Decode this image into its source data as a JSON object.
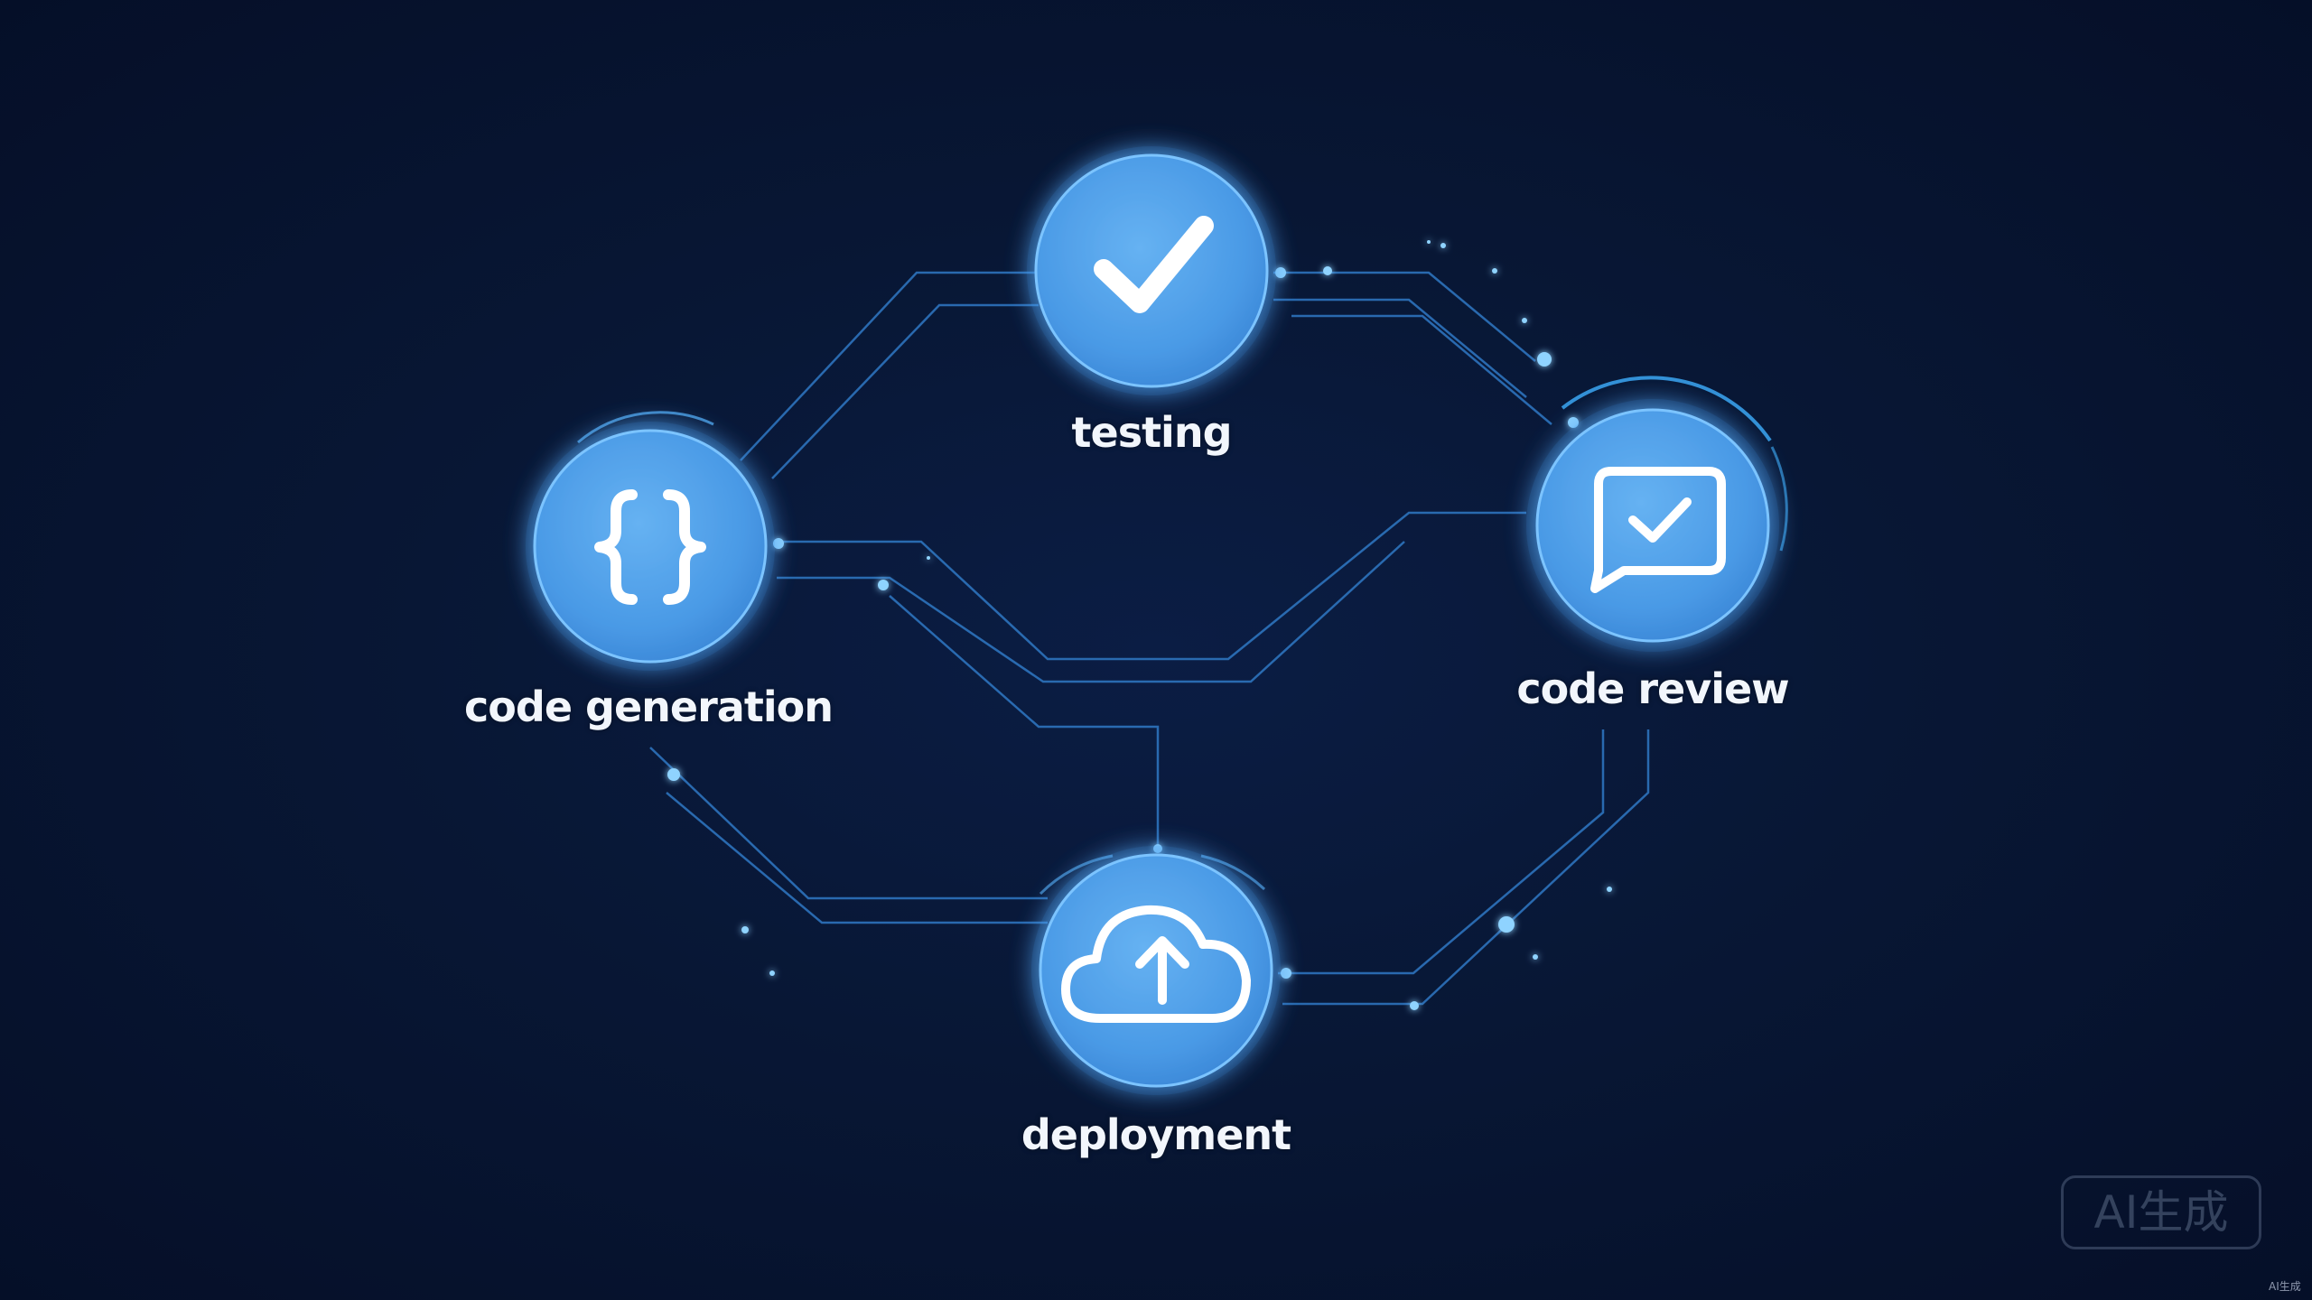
{
  "nodes": {
    "testing": {
      "label": "testing",
      "icon": "checkmark-icon"
    },
    "code_generation": {
      "label": "code generation",
      "icon": "curly-braces-icon"
    },
    "code_review": {
      "label": "code review",
      "icon": "chat-bubble-check-icon"
    },
    "deployment": {
      "label": "deployment",
      "icon": "cloud-upload-icon"
    }
  },
  "watermark": {
    "text": "AI生成",
    "small_text": "AI生成"
  },
  "colors": {
    "background": "#061330",
    "node_fill": "#4a9ae6",
    "node_glow": "#3fa9ff",
    "connector": "#2f78c4",
    "label_text": "#f2f6fc"
  }
}
